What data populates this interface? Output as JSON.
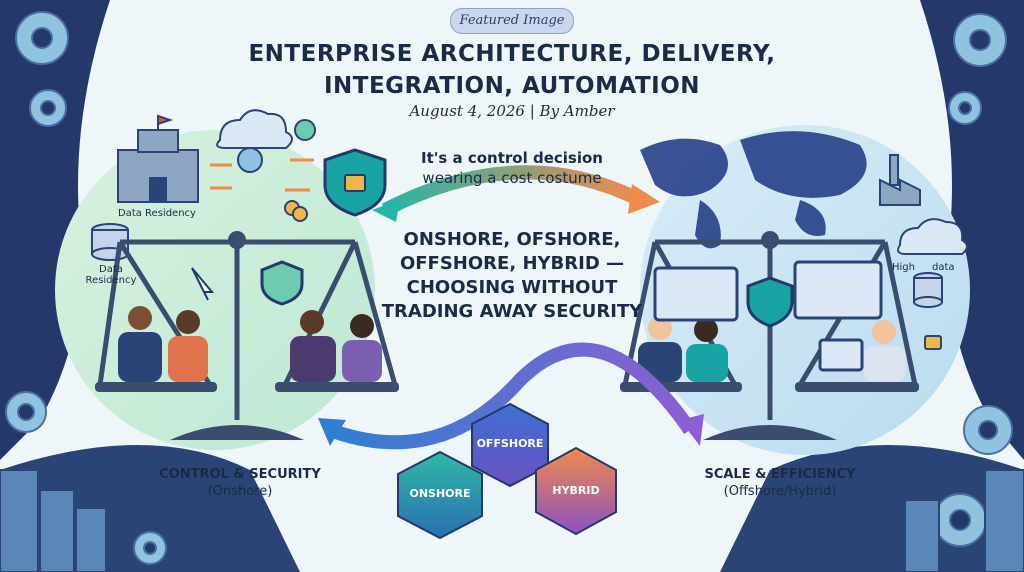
{
  "badge": "Featured Image",
  "title": "ENTERPRISE ARCHITECTURE, DELIVERY, INTEGRATION, AUTOMATION",
  "byline": "August 4, 2026 | By Amber",
  "tagline": {
    "line1": "It's a control decision",
    "line2": "wearing a cost costume"
  },
  "headline": "ONSHORE, OFSHORE, OFFSHORE, HYBRID — CHOOSING WITHOUT TRADING AWAY SECURITY",
  "left_caption": {
    "title": "CONTROL & SECURITY",
    "sub": "(Onshore)"
  },
  "right_caption": {
    "title": "SCALE & EFFICIENCY",
    "sub": "(Offshore/Hybrid)"
  },
  "labels": {
    "residency_1": "Data Residency",
    "residency_2": "Data Residency",
    "high": "High",
    "data": "data"
  },
  "hexes": {
    "onshore": "ONSHORE",
    "offshore": "OFFSHORE",
    "hybrid": "HYBRID"
  },
  "colors": {
    "navy": "#24386a",
    "teal": "#1aa3a3",
    "orange": "#f08a4b",
    "purple": "#7b5cc4"
  }
}
